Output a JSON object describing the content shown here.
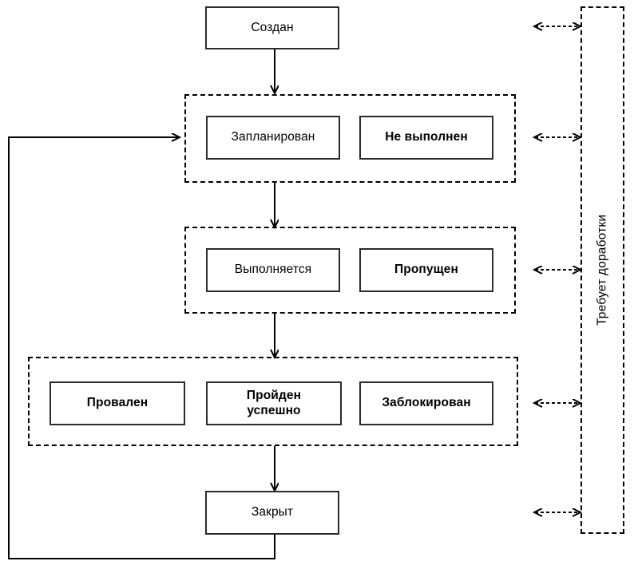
{
  "diagram": {
    "title_text": "",
    "states": [
      {
        "id": "created",
        "label": "Создан",
        "bold": false
      },
      {
        "id": "planned",
        "label": "Запланирован",
        "bold": false
      },
      {
        "id": "not_done",
        "label": "Не выполнен",
        "bold": true
      },
      {
        "id": "running",
        "label": "Выполняется",
        "bold": false
      },
      {
        "id": "skipped",
        "label": "Пропущен",
        "bold": true
      },
      {
        "id": "failed",
        "label": "Провален",
        "bold": true
      },
      {
        "id": "passed",
        "label": "Пройден\nуспешно",
        "bold": true
      },
      {
        "id": "blocked",
        "label": "Заблокирован",
        "bold": true
      },
      {
        "id": "closed",
        "label": "Закрыт",
        "bold": false
      }
    ],
    "groups": [
      {
        "id": "group-planned",
        "members": [
          "Запланирован",
          "Не выполнен"
        ]
      },
      {
        "id": "group-running",
        "members": [
          "Выполняется",
          "Пропущен"
        ]
      },
      {
        "id": "group-final",
        "members": [
          "Провален",
          "Пройден успешно",
          "Заблокирован"
        ]
      }
    ],
    "rework_panel": {
      "label": "Требует доработки",
      "orientation": "vertical",
      "connector_count": 4,
      "connector_style": "dashed-double-arrow"
    },
    "flow_arrows": [
      {
        "from": "Создан",
        "to": "Запланирован",
        "style": "solid-arrow"
      },
      {
        "from": "Запланирован",
        "to": "Выполняется",
        "style": "solid-arrow"
      },
      {
        "from": "Выполняется",
        "to": "Пройден успешно",
        "style": "solid-arrow"
      },
      {
        "from": "Пройден успешно",
        "to": "Закрыт",
        "style": "solid-arrow"
      },
      {
        "from": "Закрыт",
        "to": "Запланирован",
        "style": "solid-arrow-loop"
      }
    ],
    "colors": {
      "box_border": "#2b2b2b",
      "group_border": "#000000",
      "line": "#000000",
      "background": "#ffffff",
      "text": "#000000"
    }
  }
}
